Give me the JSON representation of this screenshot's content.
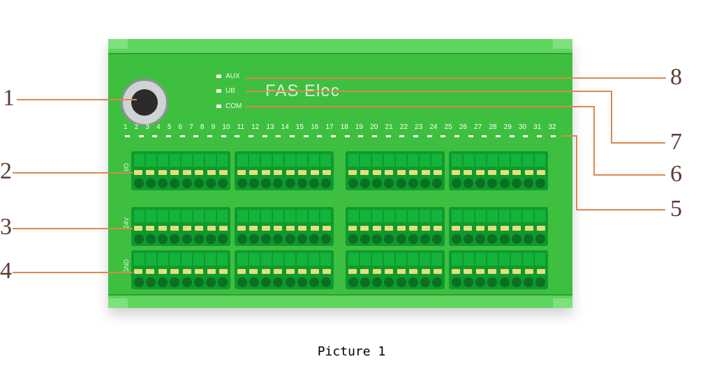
{
  "figure": {
    "brand": "FAS Elec",
    "caption": "Picture 1",
    "indicators": [
      "AUX",
      "UB",
      "COM"
    ],
    "channel_numbers": [
      "1",
      "2",
      "3",
      "4",
      "5",
      "6",
      "7",
      "8",
      "9",
      "10",
      "11",
      "12",
      "13",
      "14",
      "15",
      "16",
      "17",
      "18",
      "19",
      "20",
      "21",
      "22",
      "23",
      "24",
      "25",
      "26",
      "27",
      "28",
      "29",
      "30",
      "31",
      "32"
    ],
    "row_labels": [
      "I/O",
      "24V",
      "GND"
    ],
    "callouts": [
      "1",
      "2",
      "3",
      "4",
      "5",
      "6",
      "7",
      "8"
    ]
  },
  "colors": {
    "board": "#3fbf3f",
    "terminal": "#0e9a2e",
    "callout_line": "#d9894e"
  }
}
